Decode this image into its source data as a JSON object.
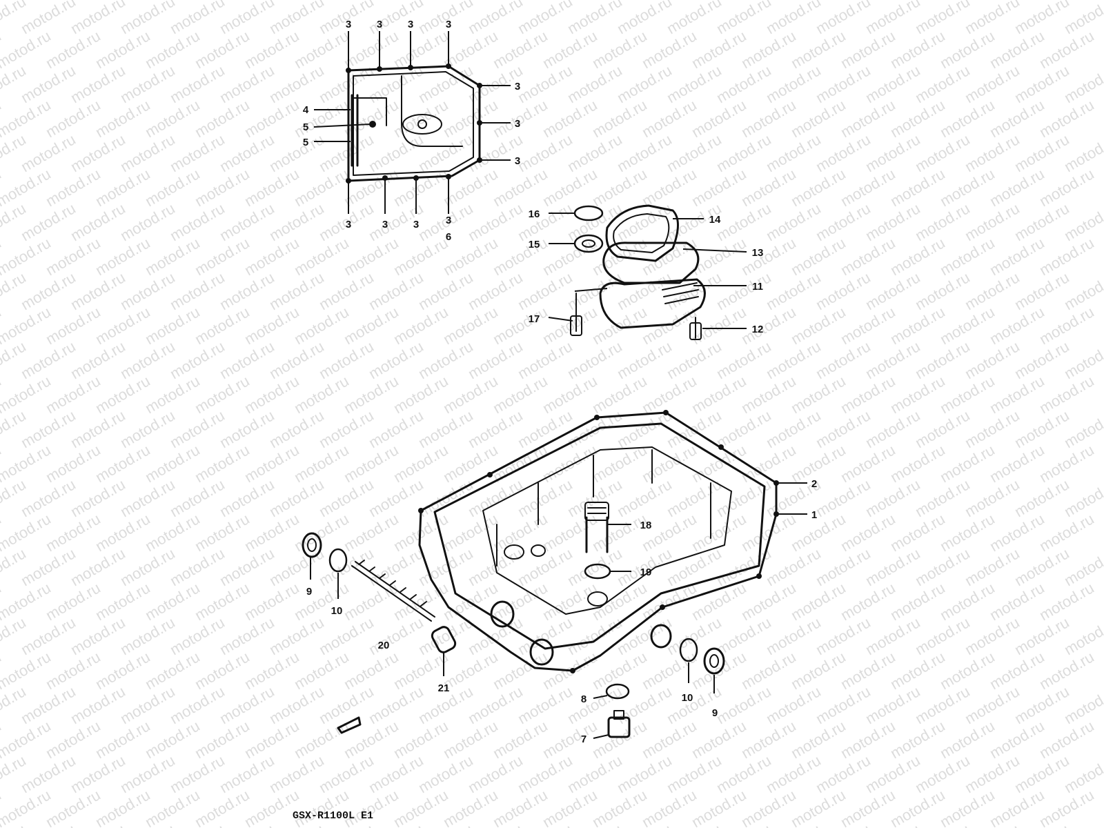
{
  "watermark": "motod.ru",
  "model_label": "GSX-R1100L E1",
  "callouts": {
    "c3_top_a": "3",
    "c3_top_b": "3",
    "c3_top_c": "3",
    "c3_top_d": "3",
    "c3_right_a": "3",
    "c3_right_b": "3",
    "c3_right_c": "3",
    "c3_bot_a": "3",
    "c3_bot_b": "3",
    "c3_bot_c": "3",
    "c3_bot_d": "3",
    "c4": "4",
    "c5_a": "5",
    "c5_b": "5",
    "c6": "6",
    "c16": "16",
    "c15": "15",
    "c14": "14",
    "c13": "13",
    "c11": "11",
    "c17": "17",
    "c12": "12",
    "c2": "2",
    "c1": "1",
    "c18": "18",
    "c19": "19",
    "c9_left": "9",
    "c10_left": "10",
    "c20": "20",
    "c21": "21",
    "c8": "8",
    "c7": "7",
    "c10_right": "10",
    "c9_right": "9"
  }
}
